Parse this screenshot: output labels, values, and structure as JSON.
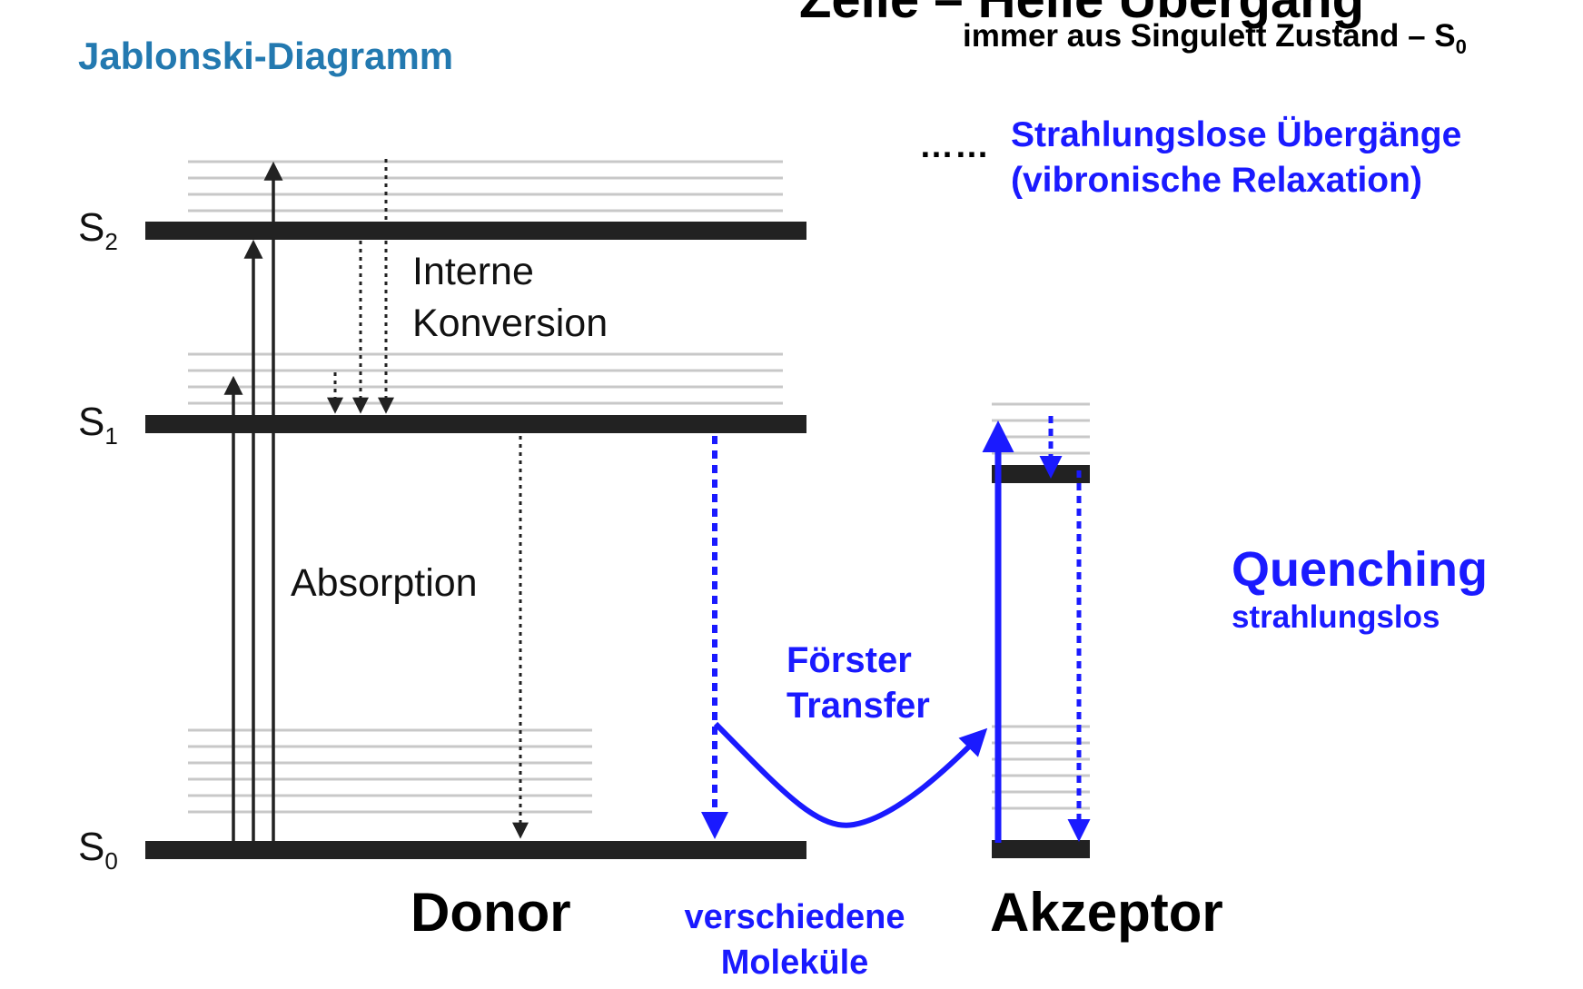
{
  "title": "Jablonski-Diagramm",
  "header": {
    "clipped_heading": "Zelle – Helle Übergang",
    "subheading_main": "immer aus Singulett Zustand – S",
    "subheading_sub": "0"
  },
  "legend": {
    "dots": "……",
    "line1": "Strahlungslose Übergänge",
    "line2": "(vibronische Relaxation)"
  },
  "levels": {
    "s2": {
      "main": "S",
      "sub": "2"
    },
    "s1": {
      "main": "S",
      "sub": "1"
    },
    "s0": {
      "main": "S",
      "sub": "0"
    }
  },
  "labels": {
    "interne_line1": "Interne",
    "interne_line2": "Konversion",
    "absorption": "Absorption",
    "foerster_line1": "Förster",
    "foerster_line2": "Transfer",
    "quenching": "Quenching",
    "strahlungslos": "strahlungslos",
    "donor": "Donor",
    "akzeptor": "Akzeptor",
    "verschiedene": "verschiedene",
    "molekuele": "Moleküle"
  },
  "colors": {
    "title": "#2379b0",
    "blue": "#1a1aff",
    "level": "#222222",
    "vibrational": "#c8c8c8"
  }
}
